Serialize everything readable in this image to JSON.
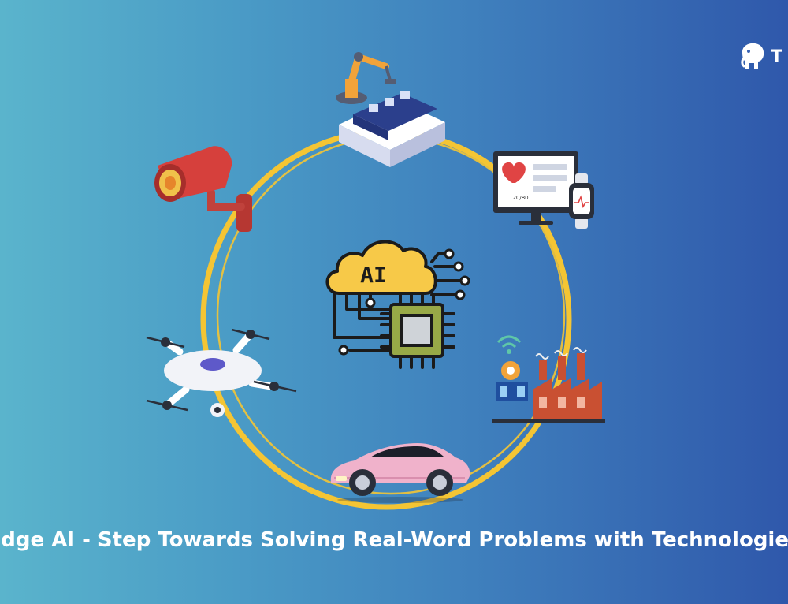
{
  "center": {
    "chip_label": "AI"
  },
  "logo": {
    "text": "T"
  },
  "caption": "Edge AI - Step Towards Solving Real-Word Problems with Technologies",
  "icons": [
    "robot-arm-assembly-icon",
    "health-monitor-icon",
    "smart-factory-icon",
    "pink-car-icon",
    "drone-icon",
    "security-camera-icon",
    "ai-chip-icon"
  ],
  "colors": {
    "ring": "#f4c534",
    "cloud": "#f7c948",
    "chip": "#98a947",
    "camera": "#d6403c",
    "car": "#f0b2cb",
    "factory": "#c95032",
    "screen": "#2a2f3a"
  },
  "health": {
    "bp_text": "120/80"
  }
}
